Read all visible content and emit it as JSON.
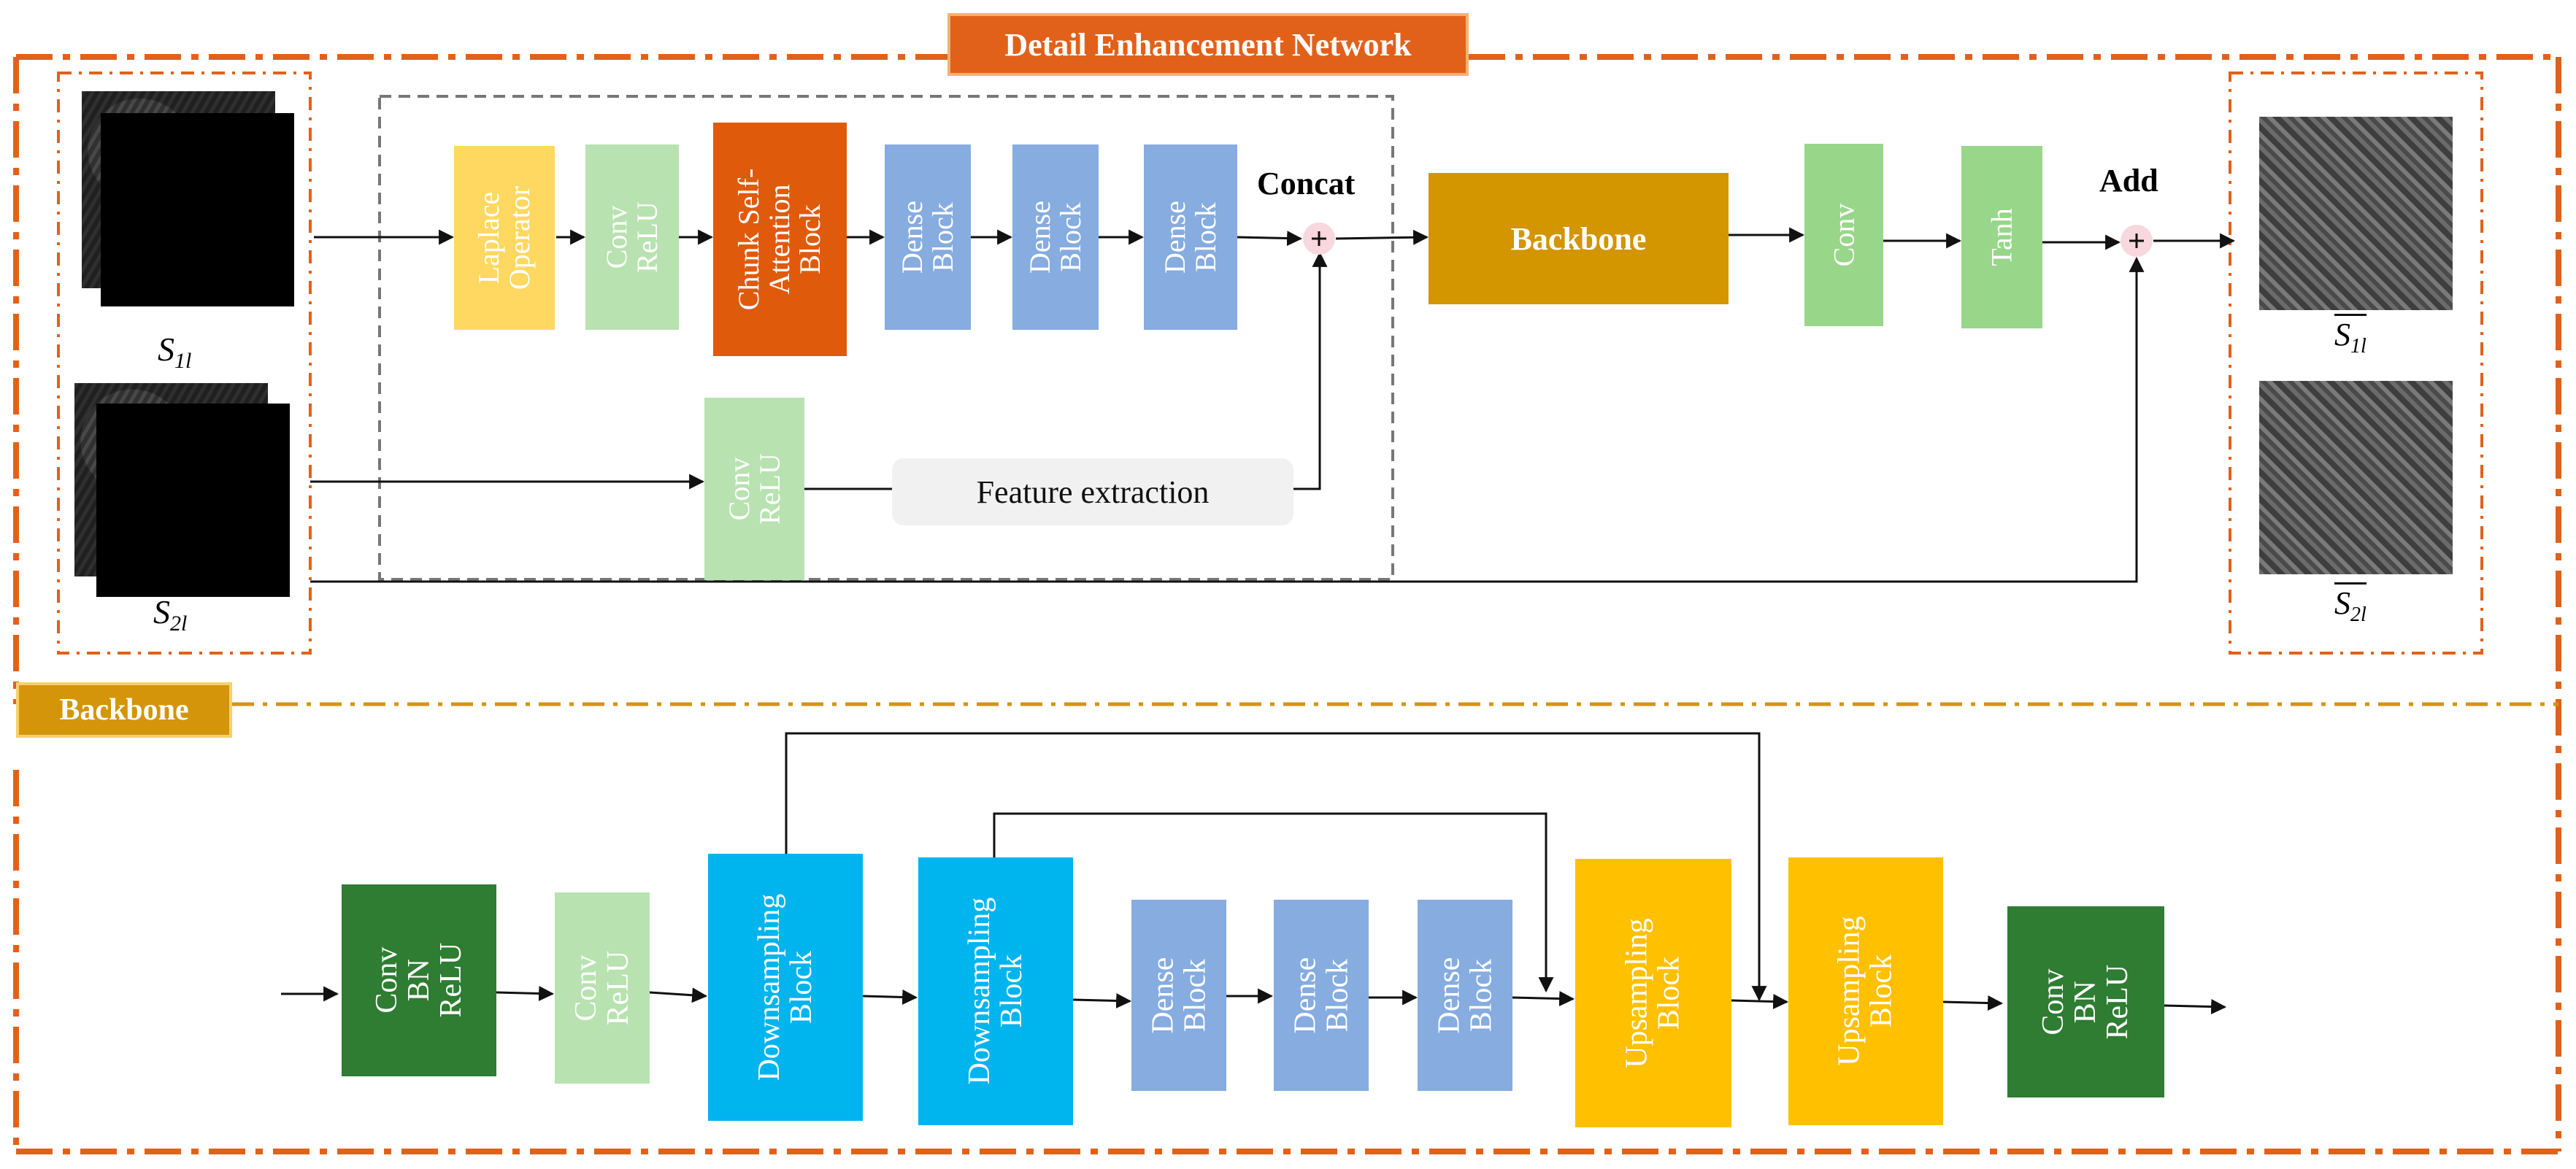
{
  "header": {
    "title": "Detail Enhancement Network"
  },
  "inputs": {
    "s1": "S",
    "s1_sub": "1l",
    "s2": "S",
    "s2_sub": "2l"
  },
  "outputs": {
    "s1": "S",
    "s1_sub": "1l",
    "s2": "S",
    "s2_sub": "2l"
  },
  "top_blocks": {
    "laplace": "Laplace\nOperator",
    "conv_relu_1": "Conv\nReLU",
    "chunk_attention": "Chunk Self-\nAttention\nBlock",
    "dense_1": "Dense\nBlock",
    "dense_2": "Dense\nBlock",
    "dense_3": "Dense\nBlock",
    "conv_relu_2": "Conv\nReLU",
    "feature_extraction": "Feature extraction",
    "concat": "Concat",
    "backbone": "Backbone",
    "conv": "Conv",
    "tanh": "Tanh",
    "add": "Add"
  },
  "backbone_section": {
    "title": "Backbone",
    "conv_bn_relu_1": "Conv\nBN\nReLU",
    "conv_relu": "Conv\nReLU",
    "down_1": "Downsampling\nBlock",
    "down_2": "Downsampling\nBlock",
    "dense_1": "Dense\nBlock",
    "dense_2": "Dense\nBlock",
    "dense_3": "Dense\nBlock",
    "up_1": "Upsampling\nBlock",
    "up_2": "Upsampling\nBlock",
    "conv_bn_relu_2": "Conv\nBN\nReLU"
  },
  "colors": {
    "orange_frame": "#E2611A",
    "gold": "#D4950A",
    "laplace": "#FFD862",
    "light_green": "#B8E2B0",
    "orange_block": "#E05A0C",
    "dense_blue": "#86ACE0",
    "backbone_gold": "#D39500",
    "green": "#98D68A",
    "dark_green": "#2E7D32",
    "cyan": "#00B4EE",
    "yellow": "#FFC000",
    "add_pink": "#F8D7DF"
  }
}
